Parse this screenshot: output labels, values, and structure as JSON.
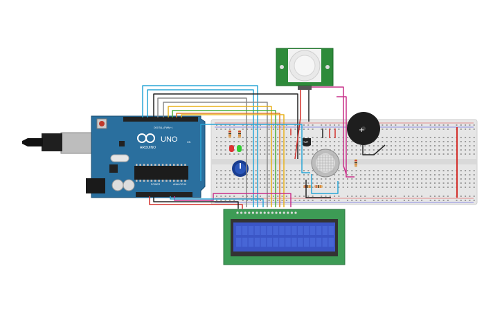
{
  "arduino": {
    "brand": "ARDUINO",
    "model": "UNO",
    "digital_label": "DIGITAL (PWM~)",
    "power_label": "POWER",
    "analog_label": "ANALOG IN",
    "on_label": "ON"
  },
  "sensor": {
    "part_label": "TMP"
  },
  "colors": {
    "arduino_board": "#2a6f9e",
    "breadboard": "#e8e8e8",
    "pir_board": "#2e8b3a",
    "lcd_frame": "#3d9b55",
    "lcd_screen": "#3b56c6",
    "wire_blue": "#2aa6d6",
    "wire_magenta": "#c8308a",
    "wire_red": "#d3302c",
    "wire_black": "#222222",
    "wire_yellow": "#e8b21c",
    "wire_orange": "#e07b22",
    "wire_gray": "#8a8a8a",
    "wire_green": "#4caf3a"
  },
  "components": [
    "arduino-uno",
    "breadboard",
    "pir-sensor",
    "gas-sensor",
    "temperature-sensor",
    "buzzer",
    "lcd-16x2",
    "potentiometer",
    "red-led",
    "green-led",
    "resistors"
  ]
}
